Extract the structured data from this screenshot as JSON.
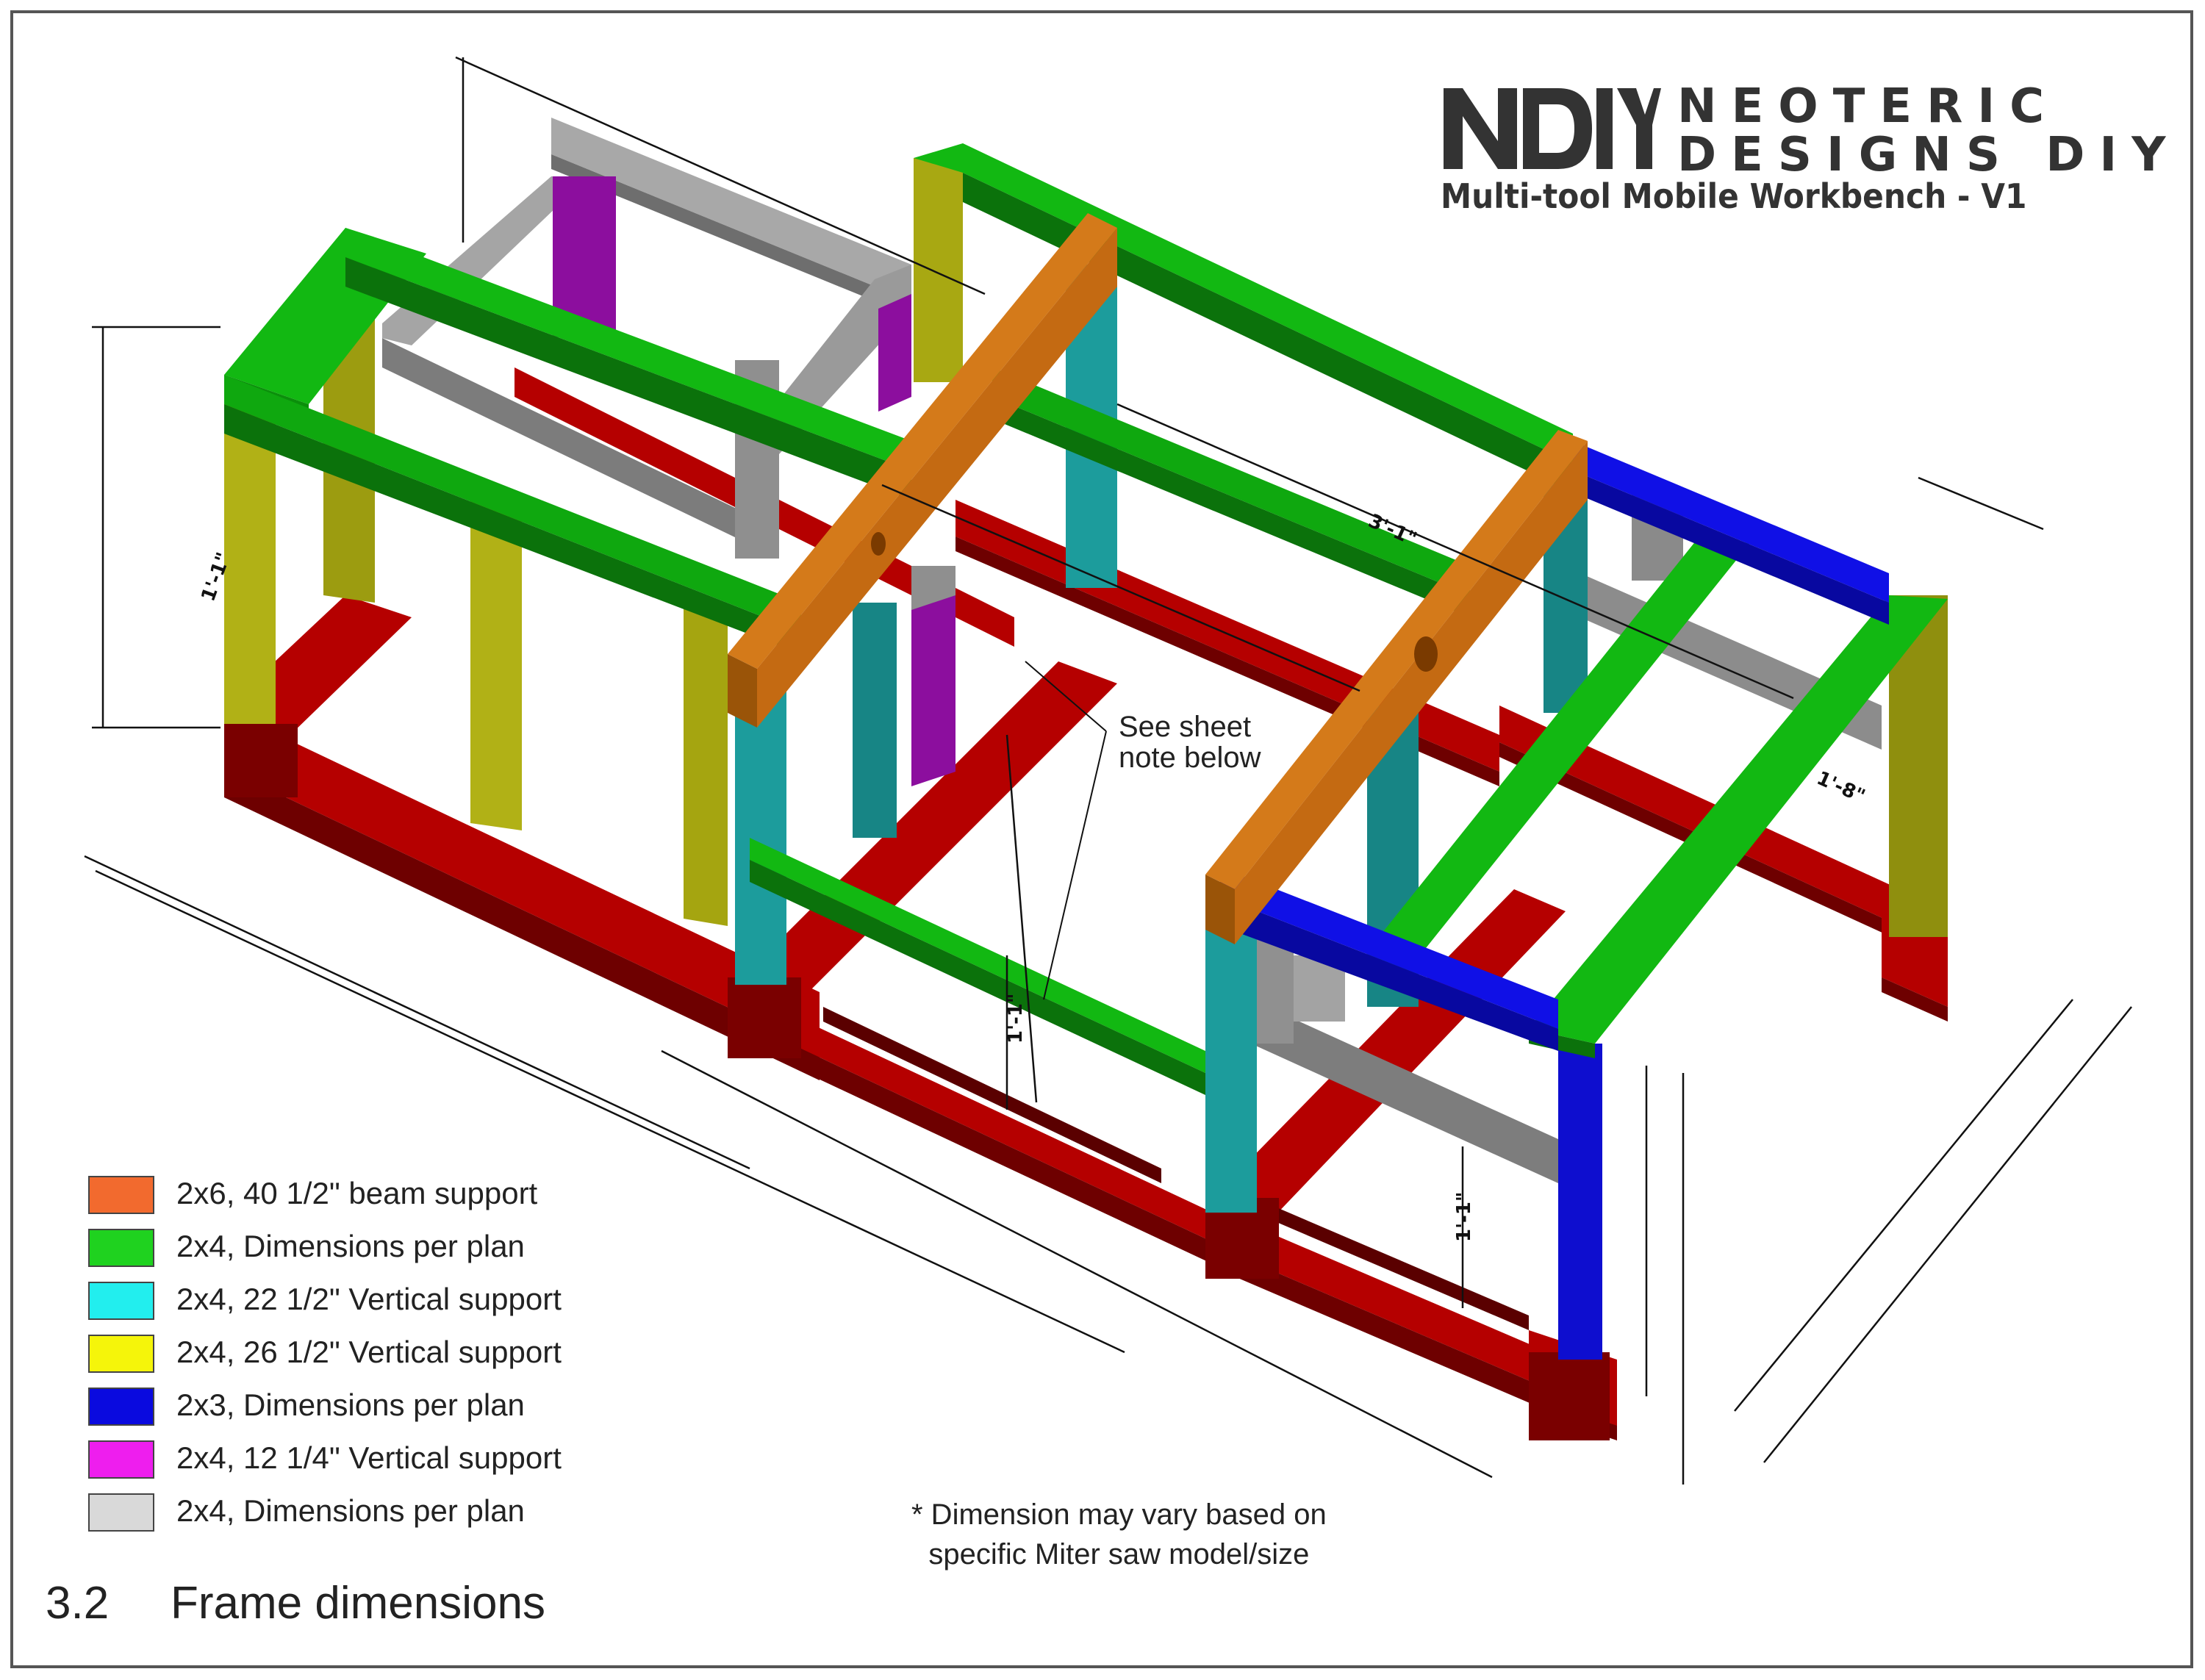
{
  "brand": {
    "line1": "NEOTERIC",
    "line2": "DESIGNS DIY",
    "subtitle": "Multi-tool Mobile Workbench - V1"
  },
  "callout": {
    "line1": "See sheet",
    "line2": "note below"
  },
  "legend": {
    "items": [
      {
        "label": "2x6, 40 1/2\" beam support",
        "color": "#F26A2E"
      },
      {
        "label": "2x4, Dimensions per plan",
        "color": "#1FD21F"
      },
      {
        "label": "2x4, 22 1/2\" Vertical support",
        "color": "#22EEEE"
      },
      {
        "label": "2x4, 26 1/2\" Vertical support",
        "color": "#F5F50A"
      },
      {
        "label": "2x3, Dimensions per plan",
        "color": "#0A0ADF"
      },
      {
        "label": "2x4, 12 1/4\" Vertical support",
        "color": "#EE1EEE"
      },
      {
        "label": "2x4,  Dimensions per plan",
        "color": "#D9D9D9"
      }
    ]
  },
  "footnote": {
    "line1": "* Dimension may vary based on",
    "line2": "specific Miter saw model/size"
  },
  "section": {
    "number": "3.2",
    "title": "Frame dimensions"
  },
  "dimensions": {
    "d1": "3'-1\"",
    "d2": "1'-1\"",
    "d3": "1'-1\"",
    "d4": "1'-8\"",
    "d5": "1'-1\""
  },
  "colors": {
    "base_red": "#B50000",
    "base_red_dark": "#6E0000",
    "green": "#12B812",
    "green_dark": "#0B720B",
    "teal": "#1C9C9C",
    "yellow_olive": "#B1B116",
    "blue": "#0E0ECF",
    "purple": "#8C0E9E",
    "gray": "#9A9A9A",
    "orange": "#C46A12"
  }
}
